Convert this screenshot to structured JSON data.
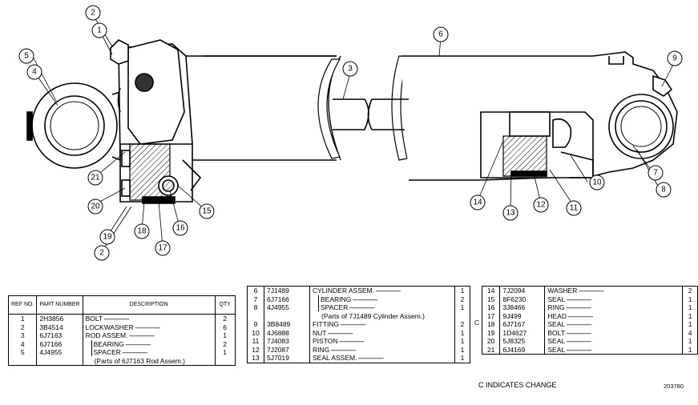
{
  "callouts": [
    "1",
    "2",
    "3",
    "4",
    "5",
    "6",
    "7",
    "8",
    "9",
    "10",
    "11",
    "12",
    "13",
    "14",
    "15",
    "16",
    "17",
    "18",
    "19",
    "20",
    "21"
  ],
  "table1": {
    "headers": {
      "ref": "REF NO.",
      "part": "PART NUMBER",
      "desc": "DESCRIPTION",
      "qty": "QTY"
    },
    "rows": [
      {
        "ref": "1",
        "part": "2H3856",
        "desc": "BOLT",
        "qty": "2"
      },
      {
        "ref": "2",
        "part": "3B4514",
        "desc": "LOCKWASHER",
        "qty": "6"
      },
      {
        "ref": "3",
        "part": "6J7163",
        "desc": "ROD ASSEM.",
        "qty": "1"
      },
      {
        "ref": "4",
        "part": "6J7166",
        "desc": "BEARING",
        "qty": "2"
      },
      {
        "ref": "5",
        "part": "4J4955",
        "desc": "SPACER",
        "qty": "1"
      },
      {
        "ref": "",
        "part": "",
        "desc": "(Parts of 6J7163 Rod Assem.)",
        "qty": ""
      }
    ]
  },
  "table2": {
    "rows": [
      {
        "ref": "6",
        "part": "7J1489",
        "desc": "CYLINDER ASSEM.",
        "qty": "1"
      },
      {
        "ref": "7",
        "part": "6J7166",
        "desc": "BEARING",
        "qty": "2"
      },
      {
        "ref": "8",
        "part": "4J4955",
        "desc": "SPACER",
        "qty": "1"
      },
      {
        "ref": "",
        "part": "",
        "desc": "(Parts of 7J1489 Cylinder Assem.)",
        "qty": ""
      },
      {
        "ref": "9",
        "part": "3B8489",
        "desc": "FITTING",
        "qty": "2"
      },
      {
        "ref": "10",
        "part": "4J6888",
        "desc": "NUT",
        "qty": "1"
      },
      {
        "ref": "11",
        "part": "7J4083",
        "desc": "PISTON",
        "qty": "1"
      },
      {
        "ref": "12",
        "part": "7J2087",
        "desc": "RING",
        "qty": "1"
      },
      {
        "ref": "13",
        "part": "5J7019",
        "desc": "SEAL ASSEM.",
        "qty": "1"
      }
    ]
  },
  "table3": {
    "rows": [
      {
        "ref": "14",
        "part": "7J2094",
        "desc": "WASHER",
        "qty": "2"
      },
      {
        "ref": "15",
        "part": "8F6230",
        "desc": "SEAL",
        "qty": "1"
      },
      {
        "ref": "16",
        "part": "3J8466",
        "desc": "RING",
        "qty": "1"
      },
      {
        "ref": "17",
        "part": "9J499",
        "desc": "HEAD",
        "qty": "1"
      },
      {
        "ref": "18",
        "part": "6J7167",
        "desc": "SEAL",
        "qty": "1"
      },
      {
        "ref": "19",
        "part": "1D4627",
        "desc": "BOLT",
        "qty": "4"
      },
      {
        "ref": "20",
        "part": "5J8325",
        "desc": "SEAL",
        "qty": "1"
      },
      {
        "ref": "21",
        "part": "6J4169",
        "desc": "SEAL",
        "qty": "1"
      }
    ]
  },
  "change_mark": "C",
  "change_note": "C INDICATES CHANGE",
  "drawing_number": "203780"
}
